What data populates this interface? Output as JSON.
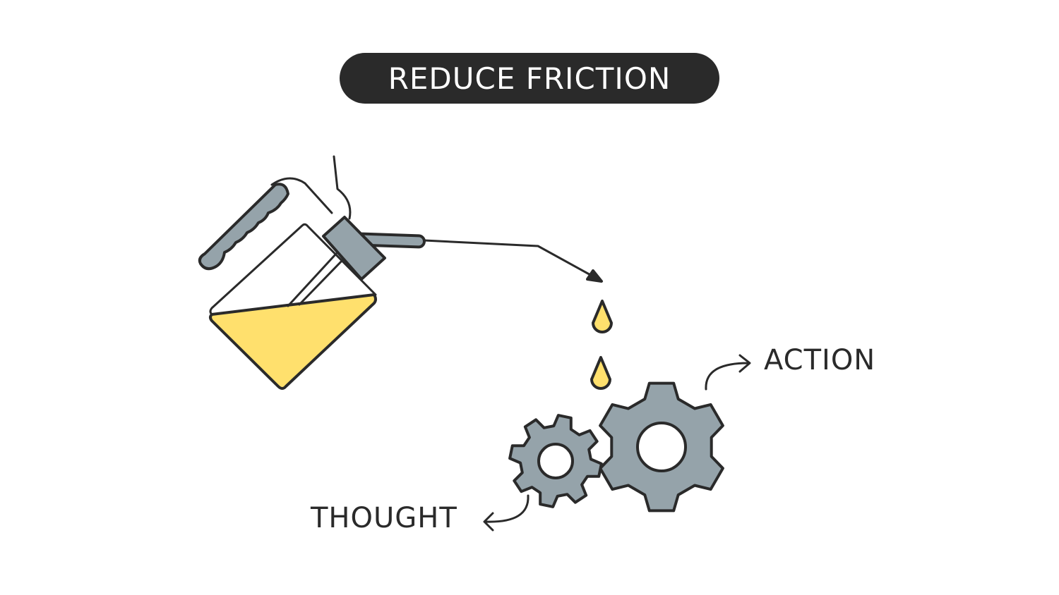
{
  "title": "REDUCE FRICTION",
  "labels": {
    "action": "ACTION",
    "thought": "THOUGHT"
  },
  "colors": {
    "ink": "#2a2a2a",
    "gray": "#95a3aa",
    "oil": "#ffe06d",
    "background": "#ffffff"
  },
  "icons": [
    "oil-can-icon",
    "oil-drop-icon",
    "gear-icon",
    "arrow-icon"
  ]
}
